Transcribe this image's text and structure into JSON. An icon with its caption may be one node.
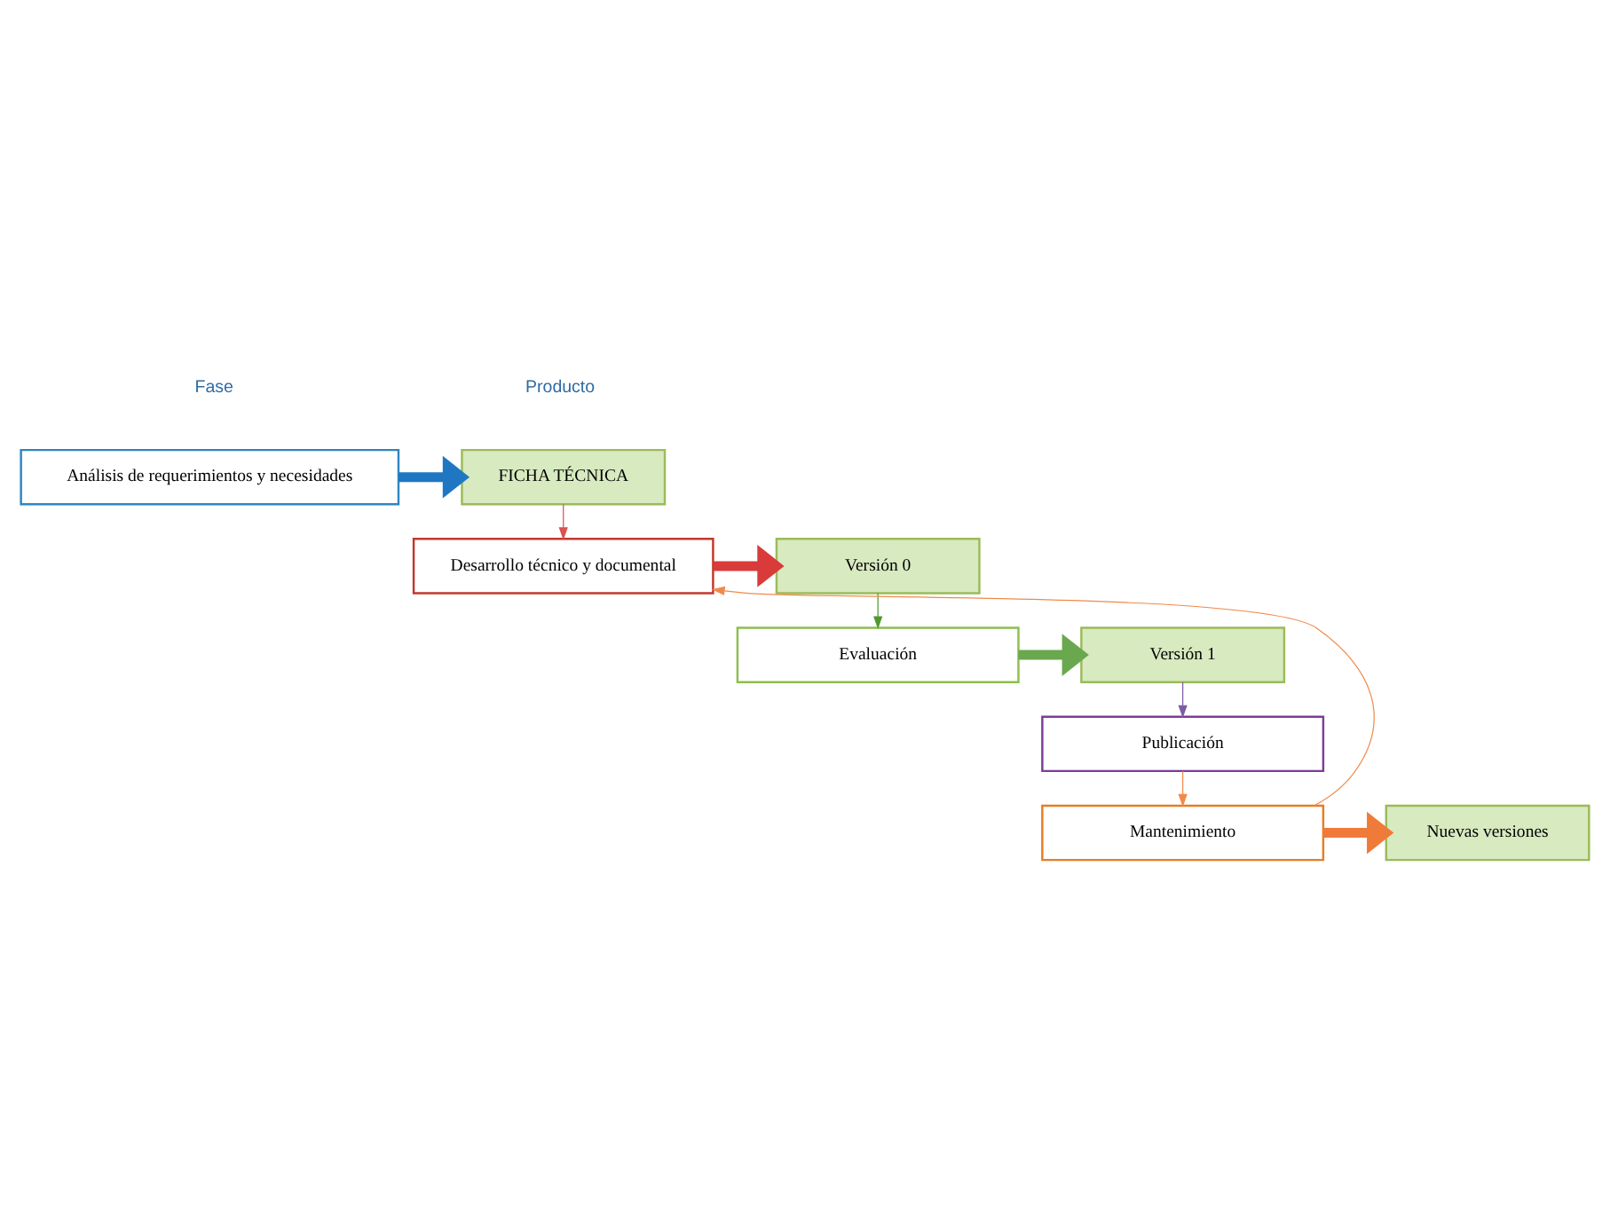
{
  "diagram": {
    "nodes": [
      {
        "text": [
          "Análisis de requerimientos y necesidades"
        ]
      },
      {
        "text": [
          "FICHA TÉCNICA"
        ]
      },
      {
        "text": [
          "Desarrollo técnico y documental"
        ]
      },
      {
        "text": [
          "Versión 0"
        ]
      },
      {
        "text": [
          "Evaluación"
        ]
      },
      {
        "text": [
          "Versión 1"
        ]
      },
      {
        "text": [
          "Publicación"
        ]
      },
      {
        "text": [
          "Mantenimiento"
        ]
      },
      {
        "text": [
          "Nuevas versiones"
        ]
      }
    ],
    "edges": [
      {
        "from": 0,
        "to": 1,
        "arrow": "to",
        "style": "thick",
        "color": "#1f77c4"
      },
      {
        "from": 1,
        "to": 2,
        "arrow": "to",
        "color": "#d9534f"
      },
      {
        "from": 2,
        "to": 3,
        "arrow": "to",
        "style": "thick",
        "color": "#d93a3a"
      },
      {
        "from": 3,
        "to": 4,
        "arrow": "to",
        "color": "#4e9a2e"
      },
      {
        "from": 4,
        "to": 5,
        "arrow": "to",
        "style": "thick",
        "color": "#6aa84f"
      },
      {
        "from": 5,
        "to": 6,
        "arrow": "to",
        "color": "#7d5ba6"
      },
      {
        "from": 6,
        "to": 7,
        "arrow": "to",
        "color": "#f08a4b"
      },
      {
        "from": 7,
        "to": 2,
        "arrow": "to",
        "color": "#f08a4b"
      },
      {
        "from": 7,
        "to": 8,
        "arrow": "to",
        "style": "thick",
        "color": "#f07a3a"
      }
    ],
    "labels": [
      "Fase",
      "Producto"
    ]
  }
}
